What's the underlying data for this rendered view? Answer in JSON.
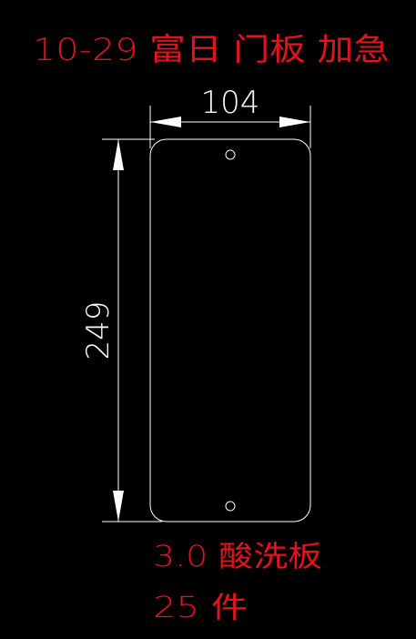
{
  "drawing": {
    "title": "10-29 富日 门板 加急",
    "width_dimension": "104",
    "height_dimension": "249",
    "material": "3.0 酸洗板",
    "quantity": "25 件"
  },
  "colors": {
    "background": "#000000",
    "annotation_text": "#e0141e",
    "outline": "#ffffff"
  }
}
